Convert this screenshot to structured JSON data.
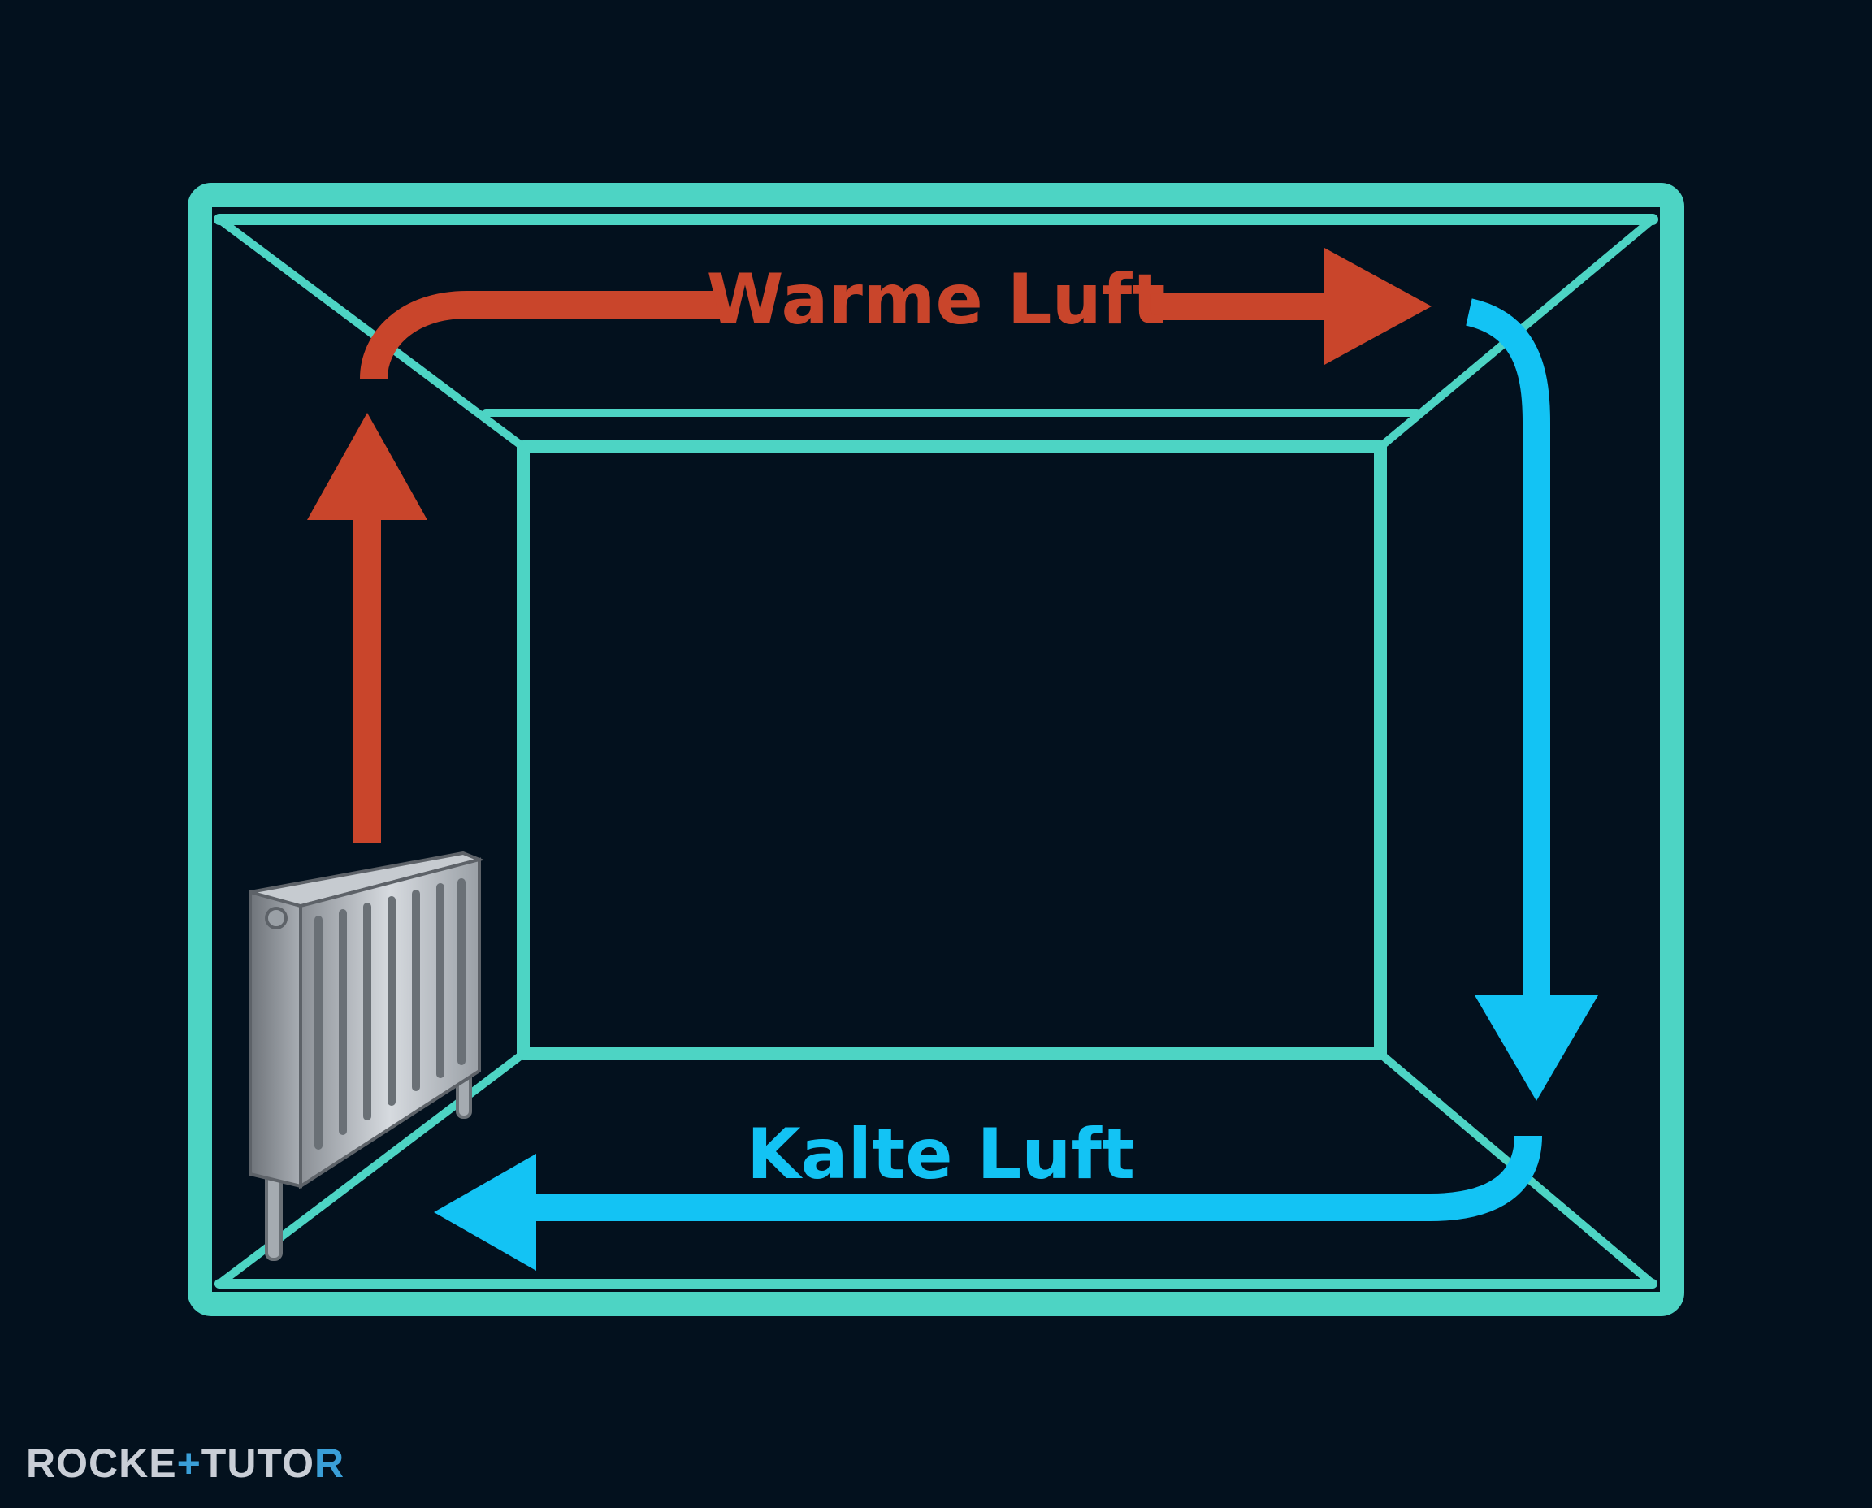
{
  "labels": {
    "warm_air": "Warme Luft",
    "cold_air": "Kalte Luft"
  },
  "brand": {
    "part1": "ROCKE",
    "mark": "+",
    "part2": "TUTO",
    "part3": "R"
  },
  "icons": [
    "radiator-icon",
    "warm-air-arrow",
    "cold-air-arrow"
  ],
  "colors": {
    "background": "#03111e",
    "room_outline": "#4dd4c4",
    "warm_air": "#c9452b",
    "cold_air": "#13c3f4",
    "radiator": "#b9bec4"
  }
}
